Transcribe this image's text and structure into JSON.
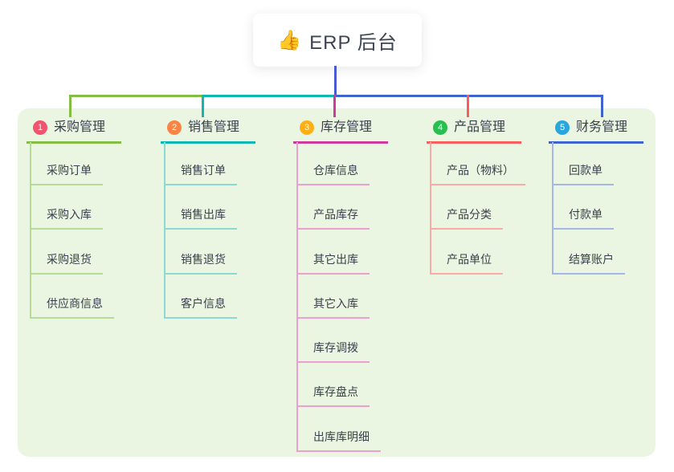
{
  "root": {
    "label": "ERP 后台",
    "emoji": "👍",
    "line_color": "#4a5ad2"
  },
  "panel": {
    "bg_color": "#eaf6e2"
  },
  "branches": [
    {
      "num": "1",
      "label": "采购管理",
      "colors": {
        "badge": "#f2536e",
        "main": "#84bd44",
        "light": "#b5db97"
      },
      "children": [
        {
          "label": "采购订单"
        },
        {
          "label": "采购入库"
        },
        {
          "label": "采购退货"
        },
        {
          "label": "供应商信息"
        }
      ]
    },
    {
      "num": "2",
      "label": "销售管理",
      "colors": {
        "badge": "#fb8444",
        "main": "#10b7b2",
        "light": "#8cd8d3"
      },
      "children": [
        {
          "label": "销售订单"
        },
        {
          "label": "销售出库"
        },
        {
          "label": "销售退货"
        },
        {
          "label": "客户信息"
        }
      ]
    },
    {
      "num": "3",
      "label": "库存管理",
      "colors": {
        "badge": "#ffae14",
        "main": "#cd3c9c",
        "light": "#eda0cd"
      },
      "children": [
        {
          "label": "仓库信息"
        },
        {
          "label": "产品库存"
        },
        {
          "label": "其它出库"
        },
        {
          "label": "其它入库"
        },
        {
          "label": "库存调拨"
        },
        {
          "label": "库存盘点"
        },
        {
          "label": "出库库明细"
        }
      ]
    },
    {
      "num": "4",
      "label": "产品管理",
      "colors": {
        "badge": "#27be52",
        "main": "#fa5d5d",
        "light": "#fbaba6"
      },
      "children": [
        {
          "label": "产品（物料）"
        },
        {
          "label": "产品分类"
        },
        {
          "label": "产品单位"
        }
      ]
    },
    {
      "num": "5",
      "label": "财务管理",
      "colors": {
        "badge": "#28a6dd",
        "main": "#3f64d0",
        "light": "#a3b6e8"
      },
      "children": [
        {
          "label": "回款单"
        },
        {
          "label": "付款单"
        },
        {
          "label": "结算账户"
        }
      ]
    }
  ]
}
